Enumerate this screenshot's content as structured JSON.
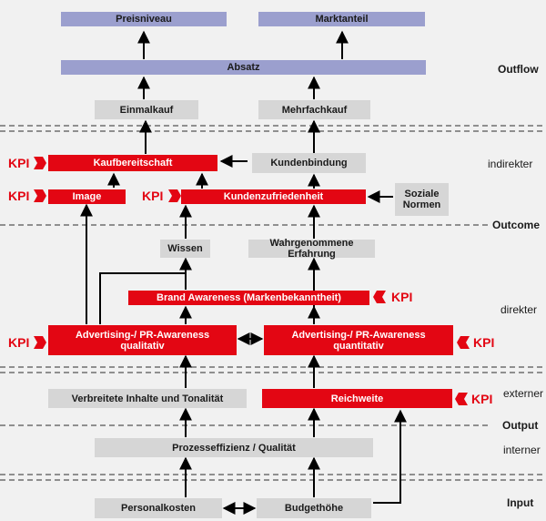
{
  "boxes": {
    "preisniveau": "Preisniveau",
    "marktanteil": "Marktanteil",
    "absatz": "Absatz",
    "einmalkauf": "Einmalkauf",
    "mehrfachkauf": "Mehrfachkauf",
    "kaufbereitschaft": "Kaufbereitschaft",
    "kundenbindung": "Kundenbindung",
    "image": "Image",
    "kundenzufriedenheit": "Kundenzufriedenheit",
    "soziale_normen": "Soziale Normen",
    "wissen": "Wissen",
    "wahrgenommene_erfahrung": "Wahrgenommene Erfahrung",
    "brand_awareness": "Brand Awareness (Markenbekanntheit)",
    "adv_qualitativ": "Advertising-/ PR-Awareness qualitativ",
    "adv_quantitativ": "Advertising-/ PR-Awareness quantitativ",
    "verbreitete_inhalte": "Verbreitete Inhalte und Tonalität",
    "reichweite": "Reichweite",
    "prozesseffizienz": "Prozesseffizienz / Qualität",
    "personalkosten": "Personalkosten",
    "budgethoehe": "Budgethöhe"
  },
  "kpi_label": "KPI",
  "side_labels": {
    "outflow": "Outflow",
    "indirekter": "indirekter",
    "outcome": "Outcome",
    "direkter": "direkter",
    "externer": "externer",
    "output": "Output",
    "interner": "interner",
    "input": "Input"
  },
  "colors": {
    "purple": "#9b9fce",
    "grey": "#d6d6d6",
    "red": "#e30613",
    "background": "#f1f1f1"
  }
}
